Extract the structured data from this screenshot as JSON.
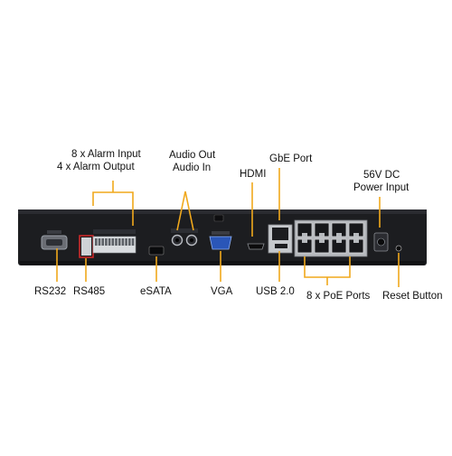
{
  "labels": {
    "alarm_input": "8 x Alarm Input",
    "alarm_output": "4 x Alarm Output",
    "audio_out": "Audio Out",
    "audio_in": "Audio In",
    "gbe_port": "GbE Port",
    "hdmi": "HDMI",
    "dc_power": "56V DC",
    "power_input": "Power Input",
    "rs232": "RS232",
    "rs485": "RS485",
    "esata": "eSATA",
    "vga": "VGA",
    "usb": "USB 2.0",
    "poe_ports": "8 x PoE Ports",
    "reset_button": "Reset Button"
  },
  "colors": {
    "callout": "#f0a81c",
    "chassis": "#1c1d20",
    "vga_connector": "#2a56b8",
    "rs485_highlight": "#d62828"
  },
  "counts": {
    "poe_ports": 8,
    "alarm_terminals": 12
  }
}
